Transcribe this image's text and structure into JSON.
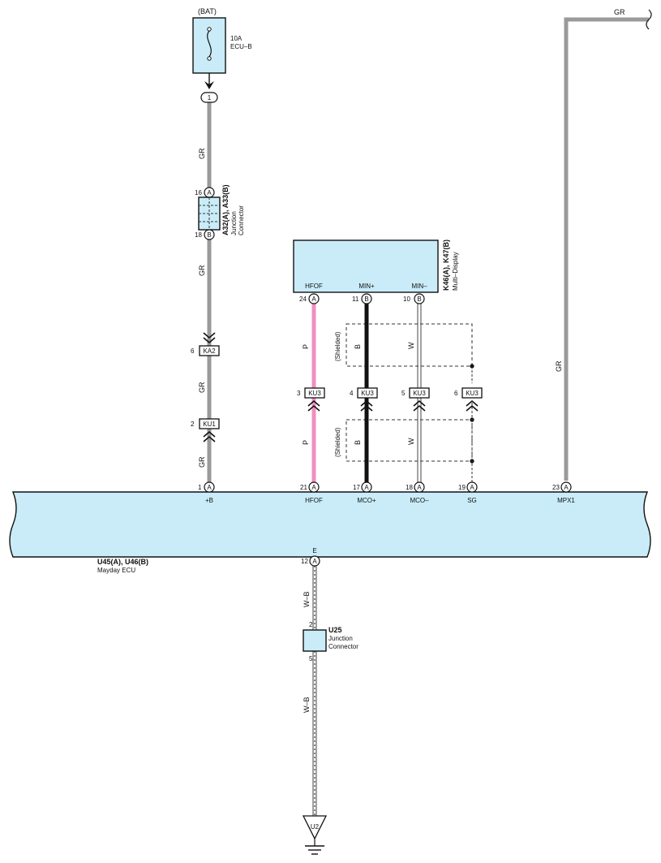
{
  "power": {
    "bat_label": "(BAT)",
    "fuse_rating": "10A",
    "fuse_name": "ECU–B",
    "fuse_pin": "1"
  },
  "wire_colors": {
    "gr": "GR",
    "p": "P",
    "b": "B",
    "w": "W",
    "wb": "W–B",
    "shielded": "(Shielded)"
  },
  "colors": {
    "box_fill": "#c9ecf8",
    "wire_gr": "#9a9a9a",
    "wire_p": "#ef8fc0",
    "wire_b": "#111111",
    "wire_w": "#ffffff"
  },
  "junction_a32": {
    "id": "A32(A), A33(B)",
    "name1": "Junction",
    "name2": "Connector",
    "pin_top": "16",
    "pin_top_tag": "A",
    "pin_bot": "18",
    "pin_bot_tag": "B"
  },
  "connectors": {
    "ka2": {
      "pin": "6",
      "label": "KA2"
    },
    "ku1": {
      "pin": "2",
      "label": "KU1"
    },
    "ku3_hfof": {
      "pin": "3",
      "label": "KU3"
    },
    "ku3_mco_plus": {
      "pin": "4",
      "label": "KU3"
    },
    "ku3_mco_minus": {
      "pin": "5",
      "label": "KU3"
    },
    "ku3_sg": {
      "pin": "6",
      "label": "KU3"
    }
  },
  "multi_display": {
    "id": "K46(A), K47(B)",
    "name": "Multi–Display",
    "pins": [
      {
        "label": "HFOF",
        "num": "24",
        "tag": "A"
      },
      {
        "label": "MIN+",
        "num": "11",
        "tag": "B"
      },
      {
        "label": "MIN–",
        "num": "10",
        "tag": "B"
      }
    ]
  },
  "ecu": {
    "id": "U45(A), U46(B)",
    "name": "Mayday ECU",
    "pins": [
      {
        "label": "+B",
        "num": "1",
        "tag": "A"
      },
      {
        "label": "HFOF",
        "num": "21",
        "tag": "A"
      },
      {
        "label": "MCO+",
        "num": "17",
        "tag": "A"
      },
      {
        "label": "MCO–",
        "num": "18",
        "tag": "A"
      },
      {
        "label": "SG",
        "num": "19",
        "tag": "A"
      },
      {
        "label": "MPX1",
        "num": "23",
        "tag": "A"
      }
    ],
    "ground_pin": {
      "label": "E",
      "num": "12",
      "tag": "A"
    }
  },
  "junction_u25": {
    "id": "U25",
    "name1": "Junction",
    "name2": "Connector",
    "pin_top": "2",
    "pin_bot": "5"
  },
  "ground": {
    "label": "U2"
  }
}
